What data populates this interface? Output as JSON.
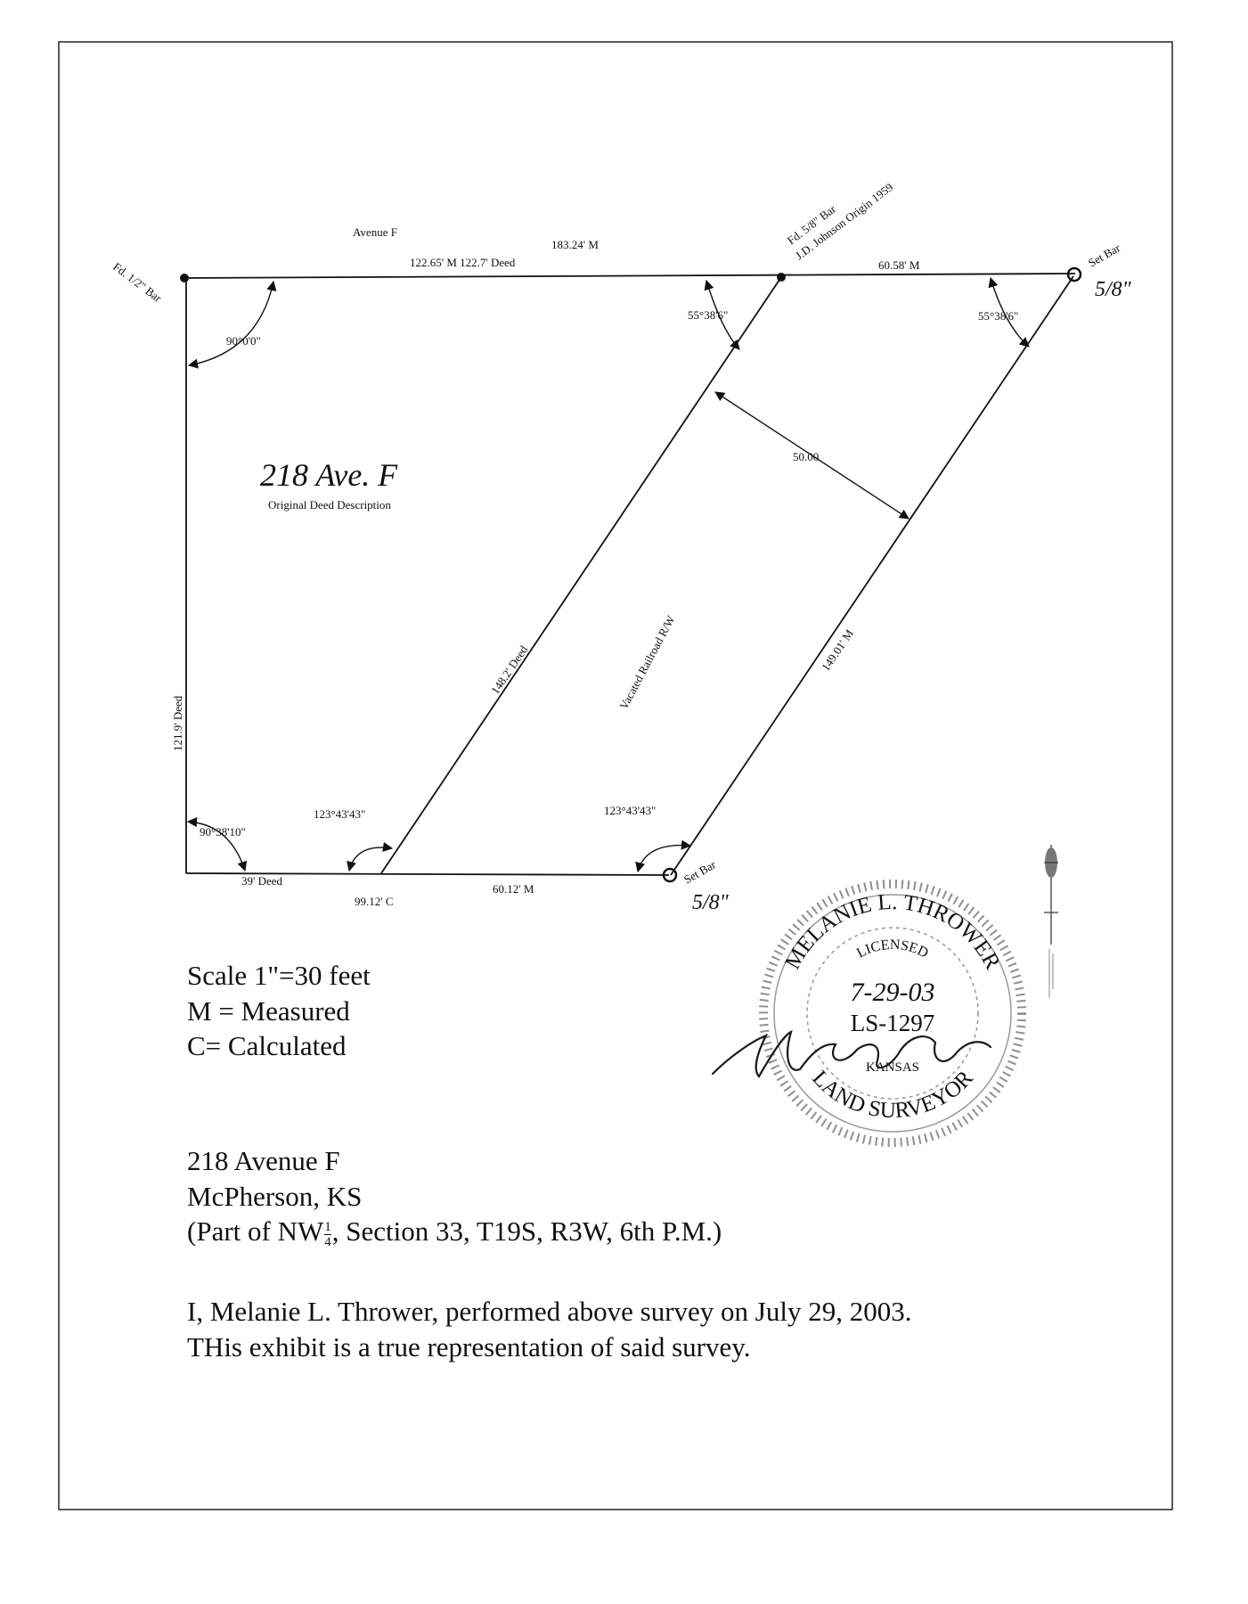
{
  "plat": {
    "street": "Avenue F",
    "top_total": "183.24' M",
    "top_west": "122.65' M 122.7' Deed",
    "top_east": "60.58' M",
    "nw_corner": "Fd. 1/2\" Bar",
    "n_mid_line1": "Fd. 5/8\" Bar",
    "n_mid_line2": "J.D. Johnson Origin 1959",
    "ne_corner": "Set Bar",
    "ne_corner_hand": "5/8\"",
    "angle_nw": "90°0'0\"",
    "angle_n_mid": "55°38'6\"",
    "angle_ne": "55°38'6\"",
    "width_label": "50.00",
    "lot_name_hand": "218 Ave. F",
    "lot_desc": "Original Deed Description",
    "diag_west": "148.2' Deed",
    "diag_east": "149.01' M",
    "row_label": "Vacated Railroad R/W",
    "west_side": "121.9' Deed",
    "angle_sw": "90°38'10\"",
    "angle_s_mid": "123°43'43\"",
    "angle_se": "123°43'43\"",
    "bottom_west": "39' Deed",
    "bottom_calc": "99.12' C",
    "bottom_east": "60.12' M",
    "se_corner": "Set Bar",
    "se_corner_hand": "5/8\""
  },
  "seal": {
    "name": "MELANIE L. THROWER",
    "licensed": "LICENSED",
    "date_hand": "7-29-03",
    "number": "LS-1297",
    "state": "KANSAS",
    "title": "LAND SURVEYOR"
  },
  "legend": {
    "scale": "Scale 1\"=30 feet",
    "measured": "M = Measured",
    "calculated": "C= Calculated"
  },
  "address": {
    "line1": "218 Avenue F",
    "line2": "McPherson, KS",
    "line3_prefix": "(Part of NW",
    "frac_num": "1",
    "frac_den": "4",
    "line3_suffix": ", Section 33, T19S, R3W, 6th P.M.)"
  },
  "statement": {
    "line1": "I, Melanie L. Thrower, performed above survey on July 29, 2003.",
    "line2": "THis exhibit is a true representation of said survey."
  }
}
